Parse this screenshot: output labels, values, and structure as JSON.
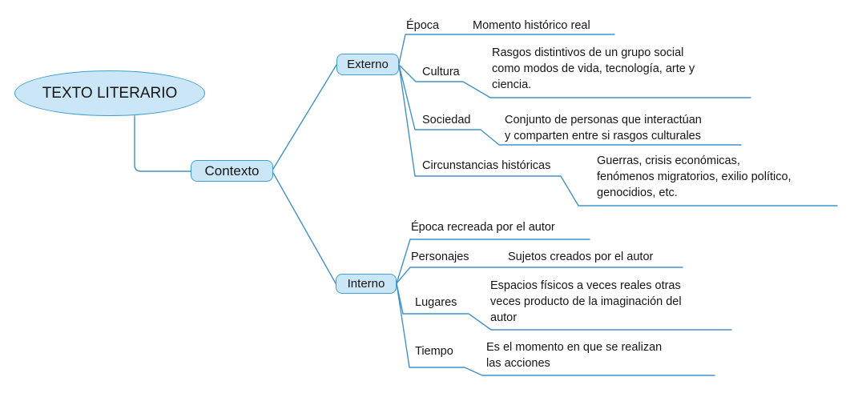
{
  "diagram": {
    "root": {
      "label": "TEXTO LITERARIO"
    },
    "level1": {
      "label": "Contexto"
    },
    "branches": [
      {
        "label": "Externo",
        "children": [
          {
            "label": "Época",
            "desc_lines": [
              "Momento histórico real"
            ]
          },
          {
            "label": "Cultura",
            "desc_lines": [
              "Rasgos distintivos de un grupo social",
              "como modos de vida, tecnología, arte y",
              "ciencia."
            ]
          },
          {
            "label": "Sociedad",
            "desc_lines": [
              "Conjunto de personas que interactúan",
              "y comparten entre si rasgos culturales"
            ]
          },
          {
            "label": "Circunstancias históricas",
            "desc_lines": [
              "Guerras, crisis económicas,",
              "fenómenos migratorios, exilio político,",
              "genocidios, etc."
            ]
          }
        ]
      },
      {
        "label": "Interno",
        "children": [
          {
            "label": "Época recreada por el autor",
            "desc_lines": []
          },
          {
            "label": "Personajes",
            "desc_lines": [
              "Sujetos creados por el autor"
            ]
          },
          {
            "label": "Lugares",
            "desc_lines": [
              "Espacios físicos a veces reales otras",
              "veces producto de la imaginación del",
              "autor"
            ]
          },
          {
            "label": "Tiempo",
            "desc_lines": [
              "Es el momento en que se realizan",
              "las acciones"
            ]
          }
        ]
      }
    ],
    "colors": {
      "background": "#ffffff",
      "node_fill": "#cbe6f7",
      "node_border": "#3e9fd4",
      "connector_line": "#4292c6",
      "text": "#151515"
    }
  }
}
